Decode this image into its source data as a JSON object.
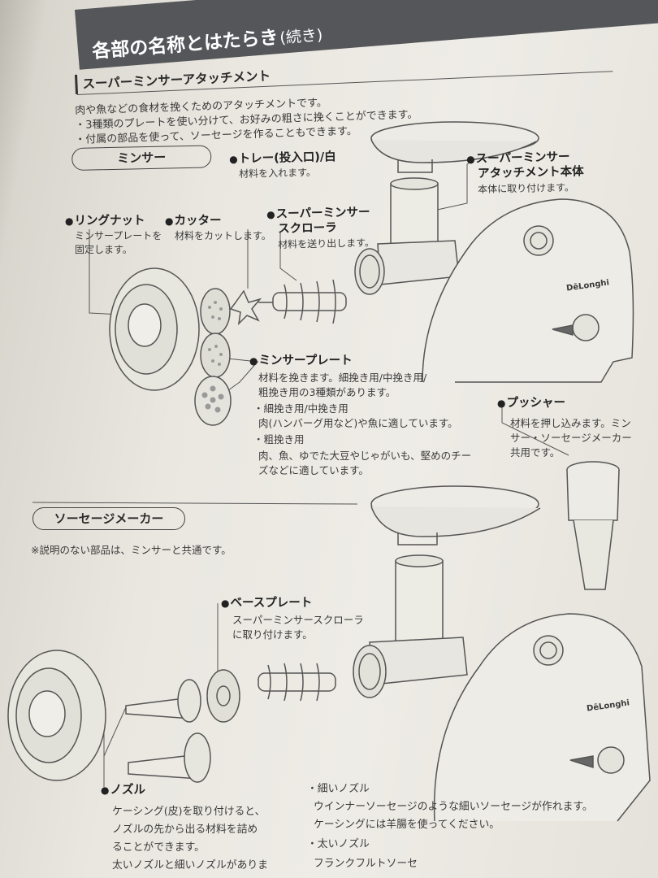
{
  "header": {
    "title": "各部の名称とはたらき",
    "title_suffix": "(続き)"
  },
  "section": {
    "title": "スーパーミンサーアタッチメント"
  },
  "intro": [
    "肉や魚などの食材を挽くためのアタッチメントです。",
    "・3種類のプレートを使い分けて、お好みの粗さに挽くことができます。",
    "・付属の部品を使って、ソーセージを作ることもできます。"
  ],
  "mincer": {
    "pill": "ミンサー",
    "tray": {
      "name": "トレー(投入口)/白",
      "desc": "材料を入れます。"
    },
    "body": {
      "name_1": "スーパーミンサー",
      "name_2": "アタッチメント本体",
      "desc": "本体に取り付けます。"
    },
    "ringnut": {
      "name": "リングナット",
      "desc_1": "ミンサープレートを",
      "desc_2": "固定します。"
    },
    "cutter": {
      "name": "カッター",
      "desc": "材料をカットします。"
    },
    "scroller": {
      "name_1": "スーパーミンサー",
      "name_2": "スクローラ",
      "desc": "材料を送り出します。"
    },
    "plate": {
      "name": "ミンサープレート",
      "desc": [
        "材料を挽きます。細挽き用/中挽き用/",
        "粗挽き用の3種類があります。",
        "・細挽き用/中挽き用",
        "肉(ハンバーグ用など)や魚に適しています。",
        "・粗挽き用",
        "肉、魚、ゆでた大豆やじゃがいも、堅めのチー",
        "ズなどに適しています。"
      ]
    },
    "pusher": {
      "name": "プッシャー",
      "desc": [
        "材料を押し込みます。ミン",
        "サー・ソーセージメーカー",
        "共用です。"
      ]
    }
  },
  "sausage": {
    "pill": "ソーセージメーカー",
    "note": "※説明のない部品は、ミンサーと共通です。",
    "baseplate": {
      "name": "ベースプレート",
      "desc_1": "スーパーミンサースクローラ",
      "desc_2": "に取り付けます。"
    },
    "nozzle": {
      "name": "ノズル",
      "desc": [
        "ケーシング(皮)を取り付けると、",
        "ノズルの先から出る材料を詰め",
        "ることができます。",
        "太いノズルと細いノズルがありま"
      ]
    },
    "thin_nozzle": [
      "・細いノズル",
      "ウインナーソーセージのような細いソーセージが作れます。",
      "ケーシングには羊腸を使ってください。",
      "・太いノズル",
      "フランクフルトソーセ"
    ]
  },
  "brand": "DēLonghi"
}
